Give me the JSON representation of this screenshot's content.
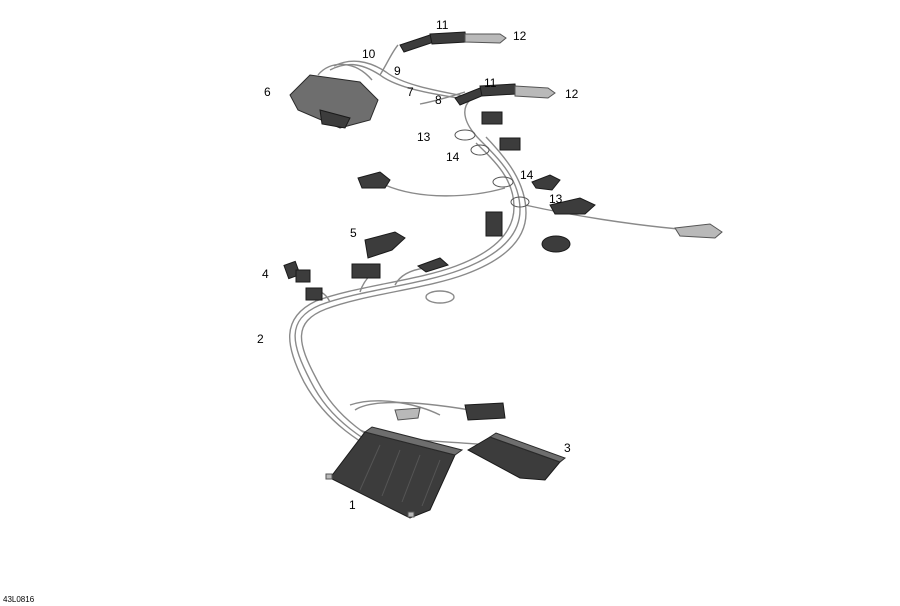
{
  "figure": {
    "reference_code": "43L0816",
    "callouts": [
      {
        "id": "c1",
        "label": "1"
      },
      {
        "id": "c2",
        "label": "2"
      },
      {
        "id": "c3",
        "label": "3"
      },
      {
        "id": "c4",
        "label": "4"
      },
      {
        "id": "c5",
        "label": "5"
      },
      {
        "id": "c6",
        "label": "6"
      },
      {
        "id": "c7",
        "label": "7"
      },
      {
        "id": "c8",
        "label": "8"
      },
      {
        "id": "c9",
        "label": "9"
      },
      {
        "id": "c10",
        "label": "10"
      },
      {
        "id": "c11a",
        "label": "11"
      },
      {
        "id": "c12a",
        "label": "12"
      },
      {
        "id": "c11b",
        "label": "11"
      },
      {
        "id": "c12b",
        "label": "12"
      },
      {
        "id": "c13a",
        "label": "13"
      },
      {
        "id": "c14a",
        "label": "14"
      },
      {
        "id": "c14b",
        "label": "14"
      },
      {
        "id": "c13b",
        "label": "13"
      }
    ]
  }
}
